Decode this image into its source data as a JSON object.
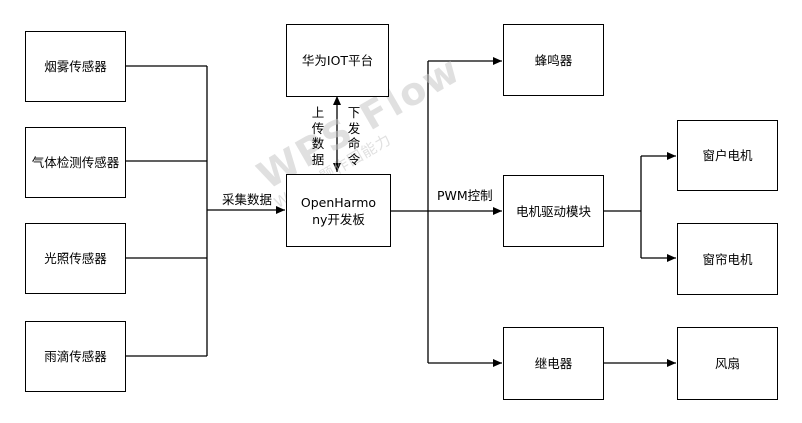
{
  "sensors": [
    {
      "label": "烟雾传感器"
    },
    {
      "label": "气体检测传感器"
    },
    {
      "label": "光照传感器"
    },
    {
      "label": "雨滴传感器"
    }
  ],
  "cloud": {
    "label": "华为IOT平台"
  },
  "board": {
    "label": "OpenHarmony开发板"
  },
  "buzzer": {
    "label": "蜂鸣器"
  },
  "motor_driver": {
    "label": "电机驱动模块"
  },
  "relay": {
    "label": "继电器"
  },
  "window_motor": {
    "label": "窗户电机"
  },
  "curtain_motor": {
    "label": "窗帘电机"
  },
  "fan": {
    "label": "风扇"
  },
  "edges": {
    "collect_label": "采集数据",
    "upload_label": "上传数据",
    "command_label": "下发命令",
    "pwm_label": "PWM控制"
  },
  "watermark": {
    "brand": "WPS Flow",
    "sub": "WPS主题作图能力"
  },
  "colors": {
    "line": "#000000",
    "box_border": "#000000",
    "background": "#ffffff"
  }
}
